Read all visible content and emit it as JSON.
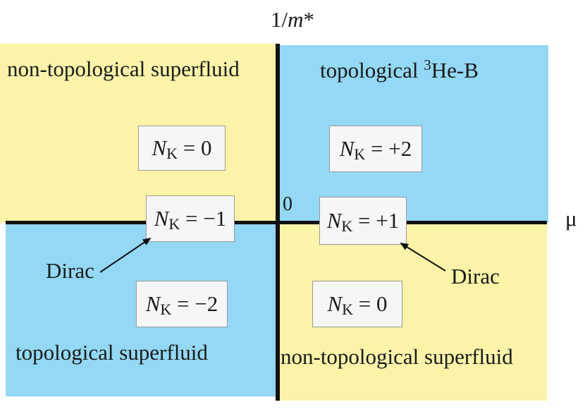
{
  "axes": {
    "y_label_prefix": "1/",
    "y_label_var": "m",
    "y_label_suffix": "*",
    "x_label": "μ",
    "origin": "0"
  },
  "quadrants": {
    "top_left": {
      "label": "non-topological superfluid",
      "color": "#fbf3a8"
    },
    "top_right": {
      "label_pre": "topological ",
      "label_sup": "3",
      "label_post": "He-B",
      "color": "#93d8f4"
    },
    "bottom_left": {
      "label": "topological superfluid",
      "color": "#93d8f4"
    },
    "bottom_right": {
      "label": "non-topological superfluid",
      "color": "#fbf3a8"
    }
  },
  "invariant": {
    "symbol": "N",
    "subscript": "K"
  },
  "boxes": {
    "top_left": "= 0",
    "top_right": "= +2",
    "axis_left": "= −1",
    "axis_right": "= +1",
    "bottom_left": "= −2",
    "bottom_right": "= 0"
  },
  "annotations": {
    "dirac_left": "Dirac",
    "dirac_right": "Dirac"
  }
}
